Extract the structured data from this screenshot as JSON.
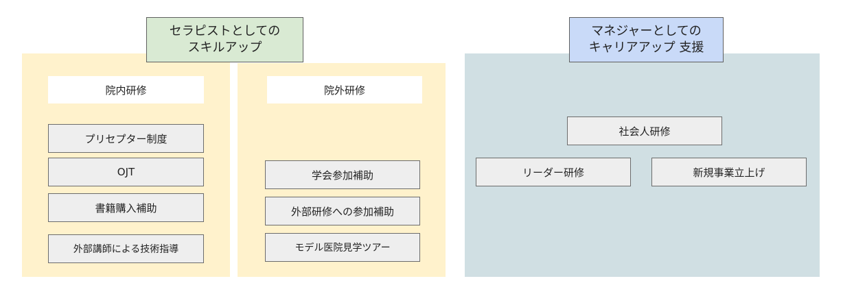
{
  "skill_section": {
    "title_line1": "セラピストとしての",
    "title_line2": "スキルアップ",
    "in_house": {
      "heading": "院内研修",
      "items": [
        "プリセプター制度",
        "OJT",
        "書籍購入補助",
        "外部講師による技術指導"
      ]
    },
    "external": {
      "heading": "院外研修",
      "items": [
        "学会参加補助",
        "外部研修への参加補助",
        "モデル医院見学ツアー"
      ]
    }
  },
  "career_section": {
    "title_line1": "マネジャーとしての",
    "title_line2": "キャリアアップ 支援",
    "items": [
      "社会人研修",
      "リーダー研修",
      "新規事業立上げ"
    ]
  },
  "colors": {
    "skill_panel": "#fff2cc",
    "career_panel": "#d0dfe3",
    "skill_title": "#d9ead3",
    "career_title": "#c9daf8",
    "item_fill": "#eeeeee",
    "item_border": "#6b6b6b"
  }
}
